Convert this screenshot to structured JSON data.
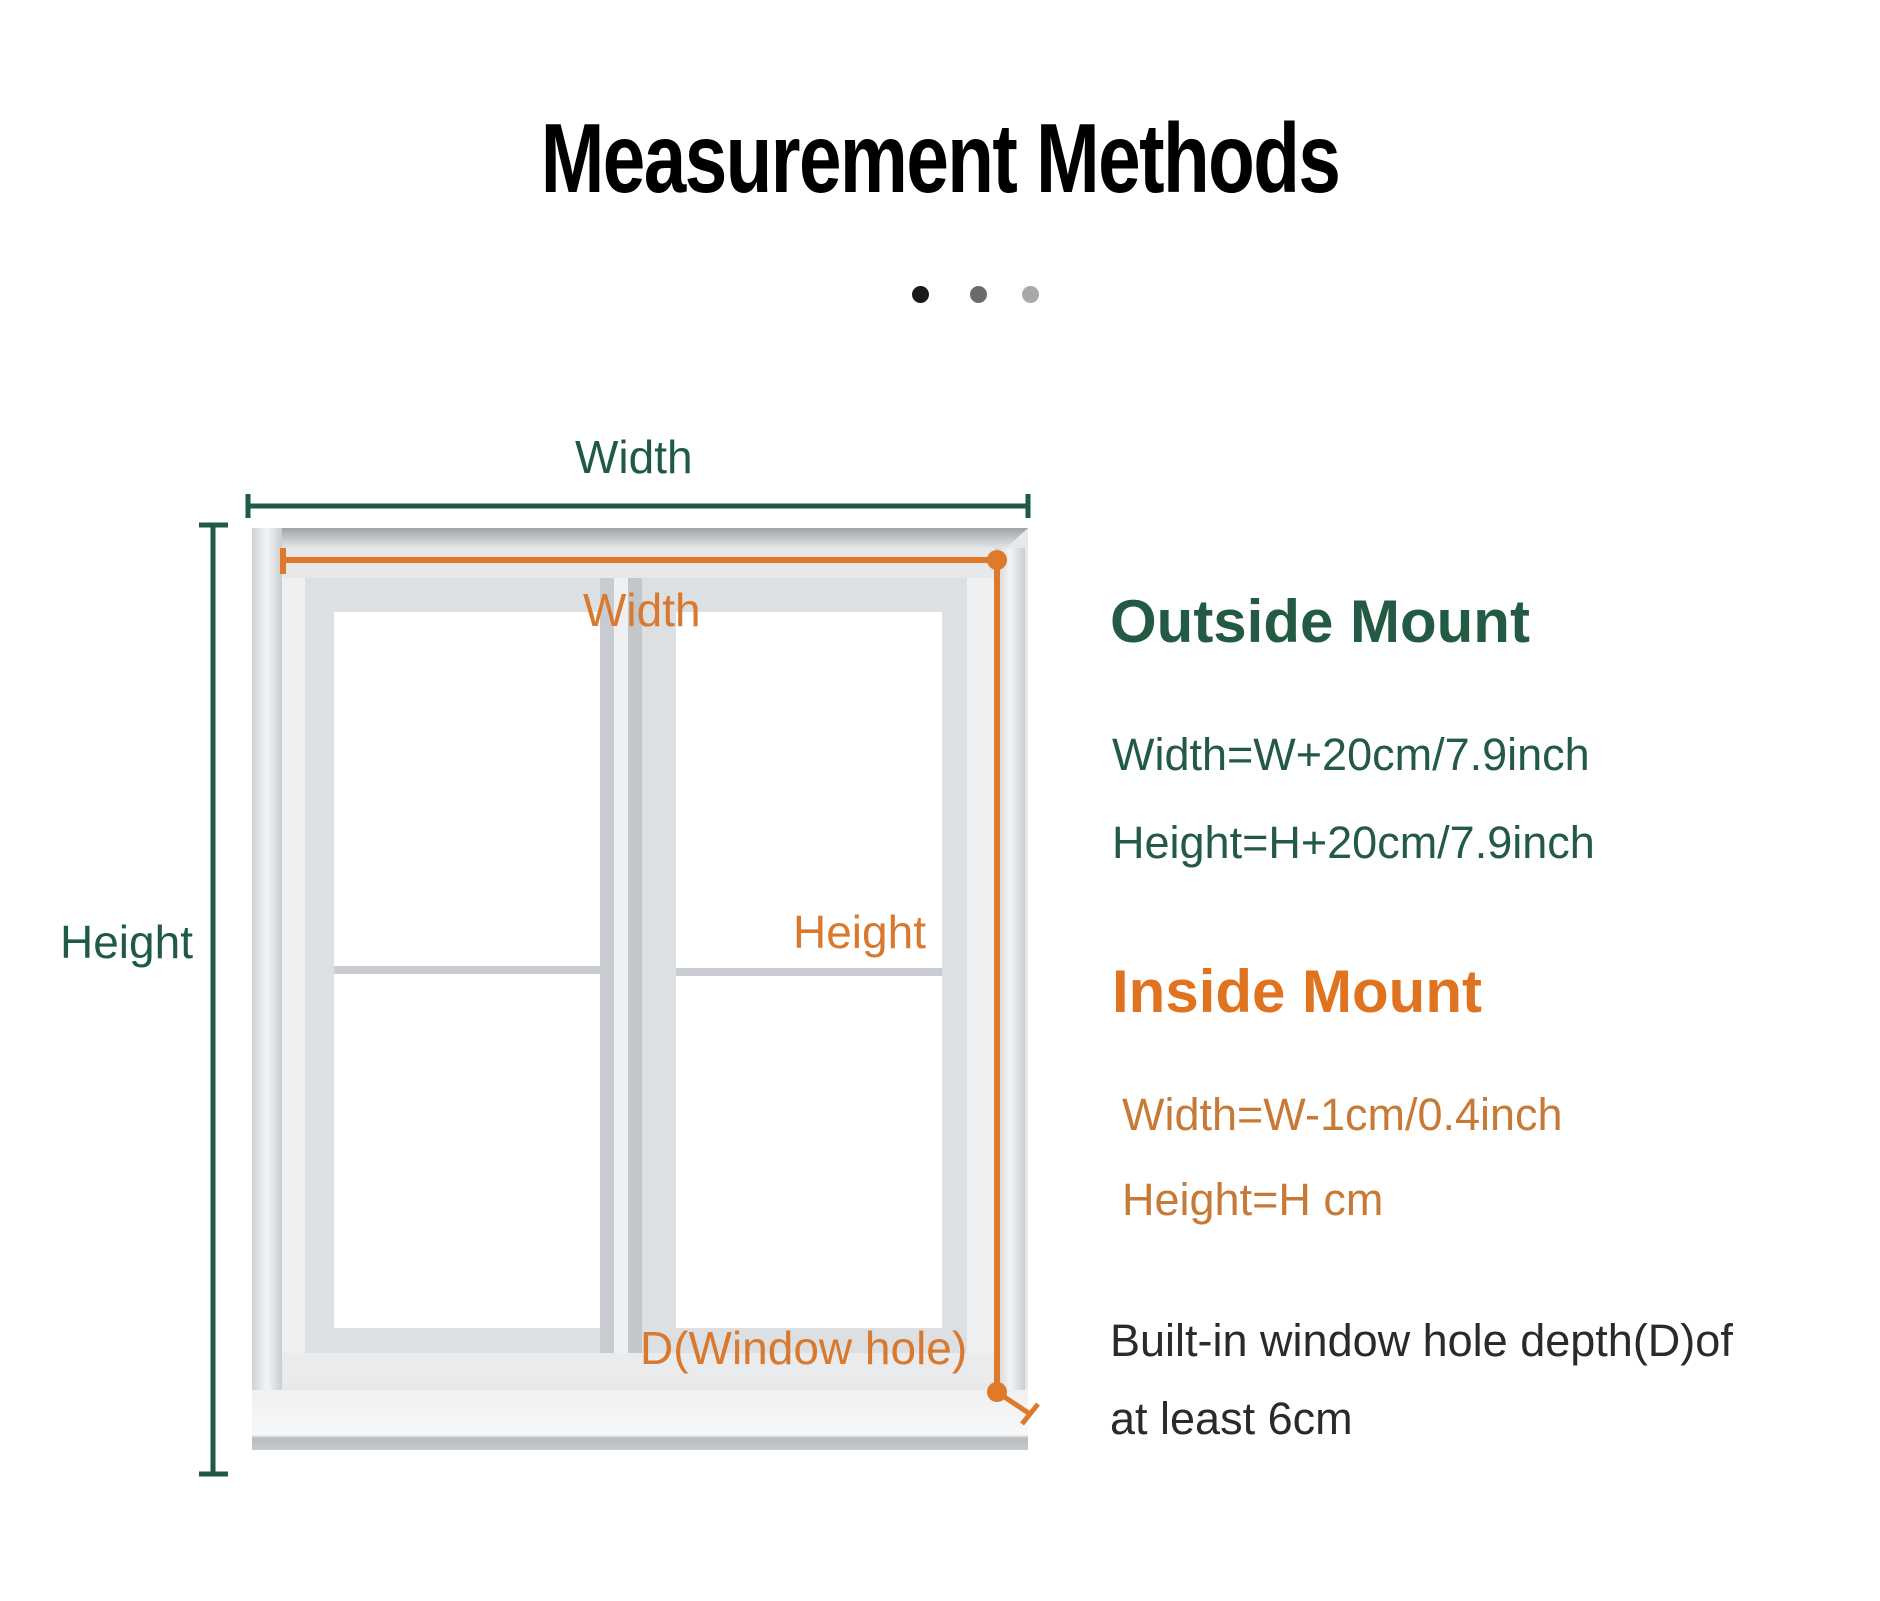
{
  "title": "Measurement Methods",
  "pager": {
    "dots": [
      {
        "state": "active",
        "color": "#1a1a1a"
      },
      {
        "state": "inactive",
        "color": "#6b6b6b"
      },
      {
        "state": "inactive",
        "color": "#a8a8a8"
      }
    ]
  },
  "diagram": {
    "outer_width_label": "Width",
    "outer_height_label": "Height",
    "inner_width_label": "Width",
    "inner_height_label": "Height",
    "depth_label": "D(Window hole)",
    "colors": {
      "outside": "#1f5a45",
      "inside": "#e07a2a"
    }
  },
  "outside_mount": {
    "heading": "Outside Mount",
    "width_rule": "Width=W+20cm/7.9inch",
    "height_rule": "Height=H+20cm/7.9inch"
  },
  "inside_mount": {
    "heading": "Inside Mount",
    "width_rule": "Width=W-1cm/0.4inch",
    "height_rule": "Height=H cm"
  },
  "note": {
    "line1": "Built-in window hole depth(D)of",
    "line2": "at least 6cm"
  }
}
